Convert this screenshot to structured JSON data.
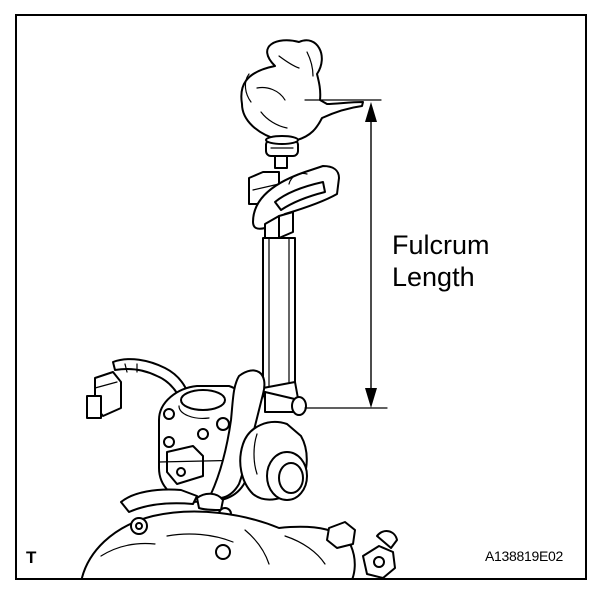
{
  "annotation": {
    "line1": "Fulcrum",
    "line2": "Length"
  },
  "corner_mark": "T",
  "figure_code": "A138819E02"
}
